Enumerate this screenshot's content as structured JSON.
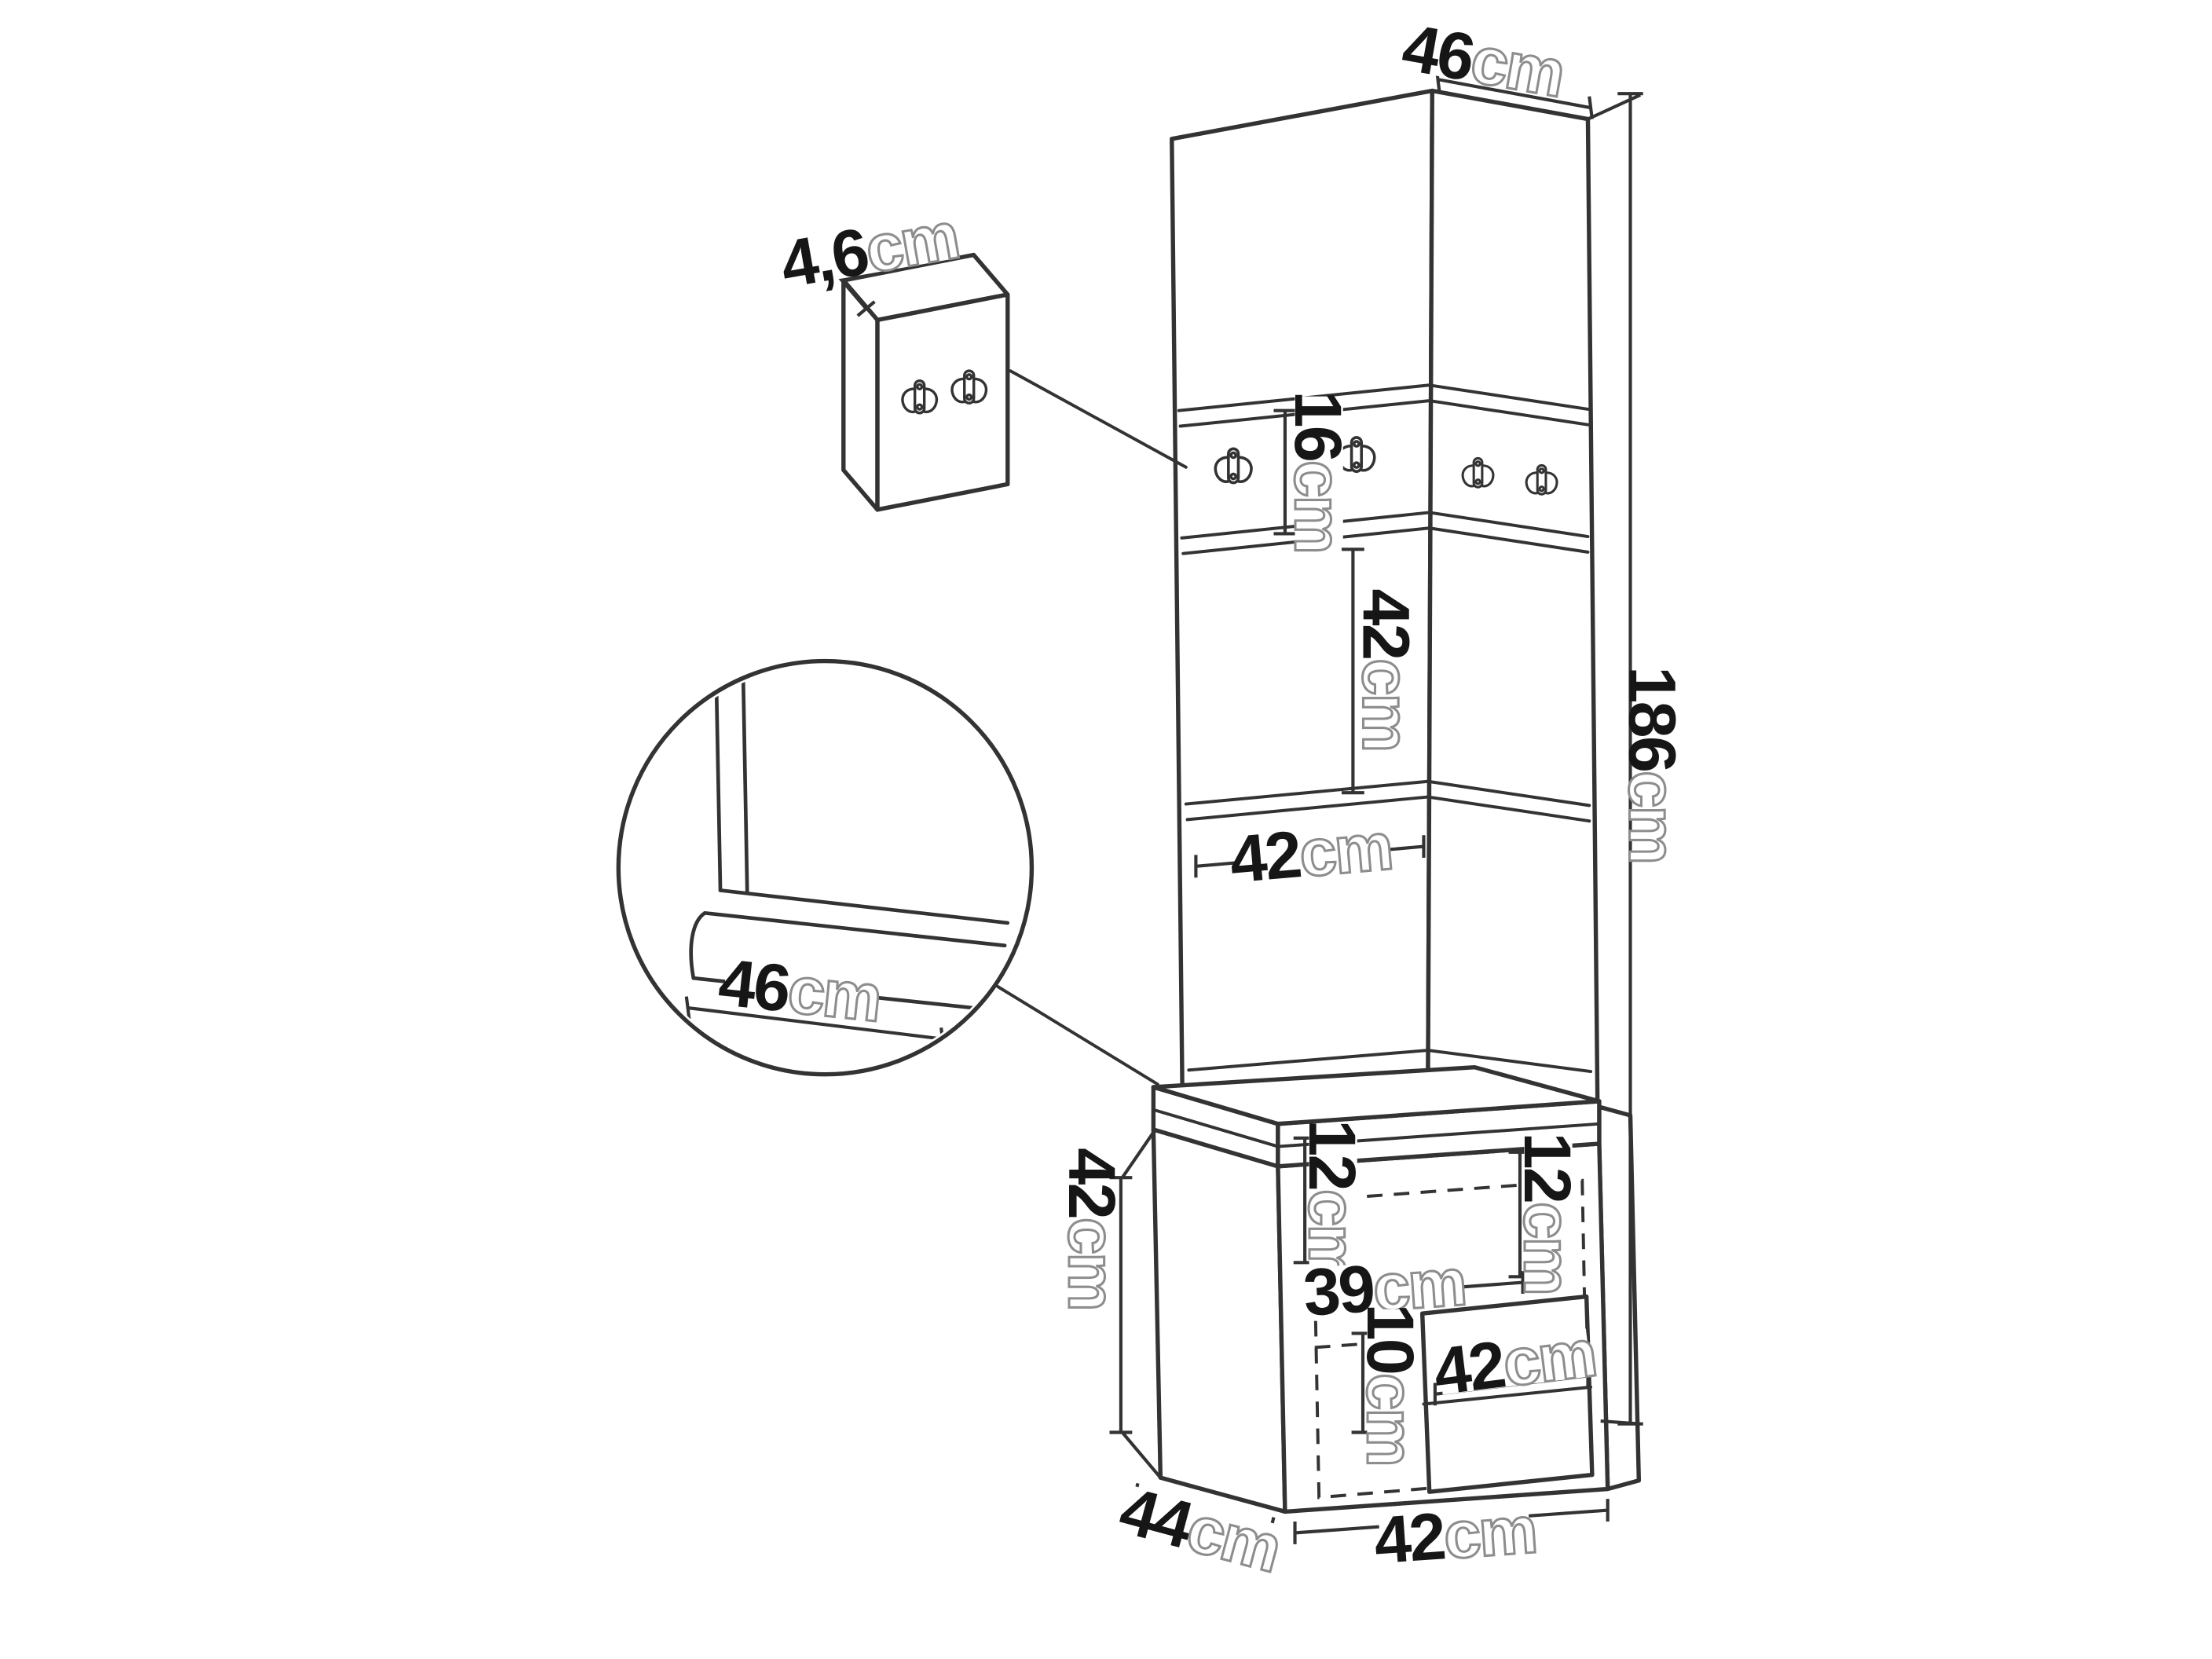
{
  "style": {
    "background": "#ffffff",
    "line_color": "#333333",
    "number_color": "#161616",
    "unit_outline_color": "#8d8d8d"
  },
  "dims": [
    {
      "name": "panel-top-width",
      "value": "46",
      "unit": "cm"
    },
    {
      "name": "hook-panel-thickness",
      "value": "4,6",
      "unit": "cm"
    },
    {
      "name": "hook-strip-height",
      "value": "16",
      "unit": "cm"
    },
    {
      "name": "middle-panel-height",
      "value": "42",
      "unit": "cm"
    },
    {
      "name": "middle-panel-width",
      "value": "42",
      "unit": "cm"
    },
    {
      "name": "total-height",
      "value": "186",
      "unit": "cm"
    },
    {
      "name": "seat-detail-width",
      "value": "46",
      "unit": "cm"
    },
    {
      "name": "bench-height",
      "value": "42",
      "unit": "cm"
    },
    {
      "name": "bench-inner-top-height",
      "value": "12",
      "unit": "cm"
    },
    {
      "name": "bench-inner-right-height",
      "value": "12",
      "unit": "cm"
    },
    {
      "name": "bench-inner-width",
      "value": "39",
      "unit": "cm"
    },
    {
      "name": "bench-lower-compartment-height",
      "value": "10",
      "unit": "cm"
    },
    {
      "name": "bench-lower-compartment-width",
      "value": "42",
      "unit": "cm"
    },
    {
      "name": "bench-depth",
      "value": "44",
      "unit": "cm"
    },
    {
      "name": "bench-width",
      "value": "42",
      "unit": "cm"
    }
  ]
}
